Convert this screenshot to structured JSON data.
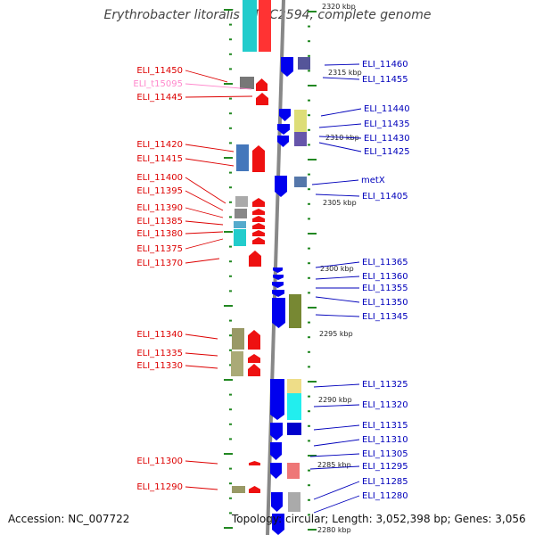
{
  "title": "Erythrobacter litoralis HTCC2594, complete genome",
  "footer": {
    "accession": "Accession: NC_007722",
    "topology": "Topology: circular; Length: 3,052,398 bp; Genes: 3,056"
  },
  "colors": {
    "forward_label": "#dd0000",
    "reverse_label": "#0000bb",
    "highlight_label": "#ff88cc",
    "backbone": "#888888",
    "tick": "#228822"
  },
  "kbp_labels": [
    "2320 kbp",
    "2315 kbp",
    "2310 kbp",
    "2305 kbp",
    "2300 kbp",
    "2295 kbp",
    "2290 kbp",
    "2285 kbp",
    "2280 kbp"
  ],
  "left_labels": [
    "ELI_11450",
    "ELI_t15095",
    "ELI_11445",
    "ELI_11420",
    "ELI_11415",
    "ELI_11400",
    "ELI_11395",
    "ELI_11390",
    "ELI_11385",
    "ELI_11380",
    "ELI_11375",
    "ELI_11370",
    "ELI_11340",
    "ELI_11335",
    "ELI_11330",
    "ELI_11300",
    "ELI_11290"
  ],
  "right_labels": [
    "ELI_11460",
    "ELI_11455",
    "ELI_11440",
    "ELI_11435",
    "ELI_11430",
    "ELI_11425",
    "metX",
    "ELI_11405",
    "ELI_11365",
    "ELI_11360",
    "ELI_11355",
    "ELI_11350",
    "ELI_11345",
    "ELI_11325",
    "ELI_11320",
    "ELI_11315",
    "ELI_11310",
    "ELI_11305",
    "ELI_11295",
    "ELI_11285",
    "ELI_11280"
  ]
}
